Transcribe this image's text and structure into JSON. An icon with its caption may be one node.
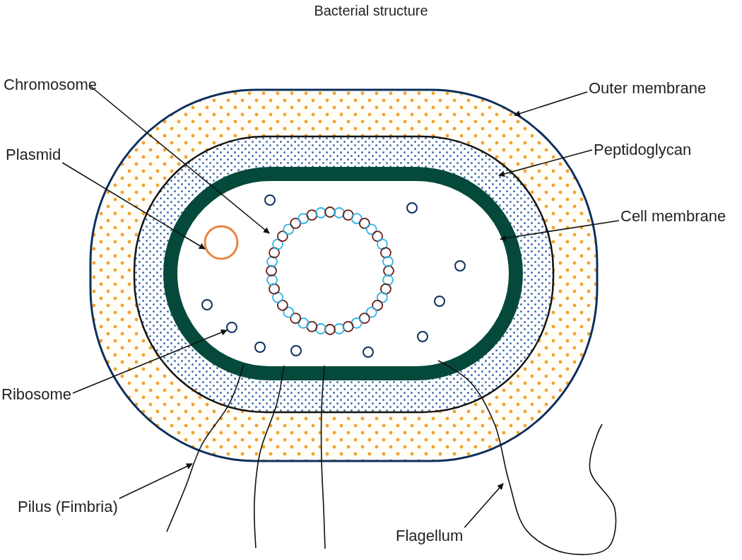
{
  "diagram": {
    "title": "Bacterial structure",
    "nodes": [
      {
        "text": [
          "Chromosome"
        ]
      },
      {
        "text": [
          "Plasmid"
        ]
      },
      {
        "text": [
          "Ribosome"
        ]
      },
      {
        "text": [
          "Pilus (Fimbria)"
        ]
      },
      {
        "text": [
          "Outer membrane"
        ]
      },
      {
        "text": [
          "Peptidoglycan"
        ]
      },
      {
        "text": [
          "Cell membrane"
        ]
      },
      {
        "text": [
          "Flagellum"
        ]
      },
      {
        "text": [],
        "shape": "box"
      },
      {
        "text": [],
        "shape": "box",
        "in": 8
      },
      {
        "text": [],
        "shape": "box",
        "in": 9
      },
      {
        "text": [],
        "shape": "circle",
        "in": 10
      },
      {
        "text": [],
        "shape": "circle",
        "in": 10
      },
      {
        "text": [],
        "shape": "circle",
        "in": 10
      },
      {
        "text": [],
        "shape": "circle",
        "in": 10
      },
      {
        "text": [],
        "shape": "circle",
        "in": 10
      },
      {
        "text": [],
        "shape": "circle",
        "in": 10
      },
      {
        "text": [],
        "shape": "circle",
        "in": 10
      },
      {
        "text": [],
        "shape": "circle",
        "in": 10
      },
      {
        "text": [],
        "shape": "circle",
        "in": 10
      },
      {
        "text": [],
        "shape": "circle",
        "in": 10
      },
      {
        "text": [],
        "shape": "circle",
        "in": 10
      },
      {
        "text": [],
        "shape": "circle",
        "in": 10
      },
      {
        "text": [],
        "shape": "picture"
      },
      {
        "text": [],
        "shape": "picture"
      },
      {
        "text": [],
        "shape": "picture"
      },
      {
        "text": [],
        "shape": "picture"
      }
    ],
    "edges": [
      {
        "from": 0,
        "to": 11,
        "arrow": "to"
      },
      {
        "from": 1,
        "to": 12,
        "arrow": "to"
      },
      {
        "from": 2,
        "to": 14,
        "arrow": "to"
      },
      {
        "from": 3,
        "to": 23,
        "arrow": "to"
      },
      {
        "from": 4,
        "to": 8,
        "arrow": "to"
      },
      {
        "from": 5,
        "to": 9,
        "arrow": "to"
      },
      {
        "from": 6,
        "to": 10,
        "arrow": "to"
      },
      {
        "from": 7,
        "to": 26,
        "arrow": "to"
      }
    ]
  }
}
